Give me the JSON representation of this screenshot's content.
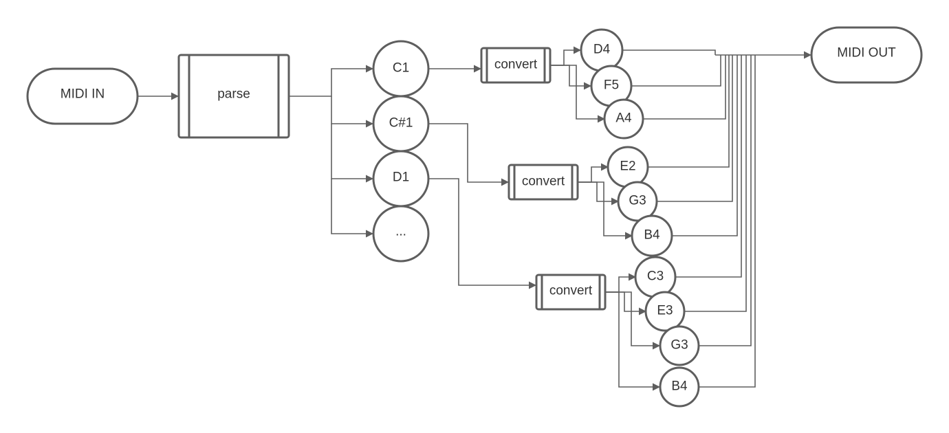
{
  "diagram": {
    "nodes": {
      "midi_in": "MIDI IN",
      "parse": "parse",
      "c1": "C1",
      "cs1": "C#1",
      "d1": "D1",
      "more": "...",
      "convert_1": "convert",
      "convert_2": "convert",
      "convert_3": "convert",
      "d4": "D4",
      "f5": "F5",
      "a4": "A4",
      "e2": "E2",
      "g3_a": "G3",
      "b4_a": "B4",
      "c3": "C3",
      "e3": "E3",
      "g3_b": "G3",
      "b4_b": "B4",
      "midi_out": "MIDI OUT"
    }
  }
}
